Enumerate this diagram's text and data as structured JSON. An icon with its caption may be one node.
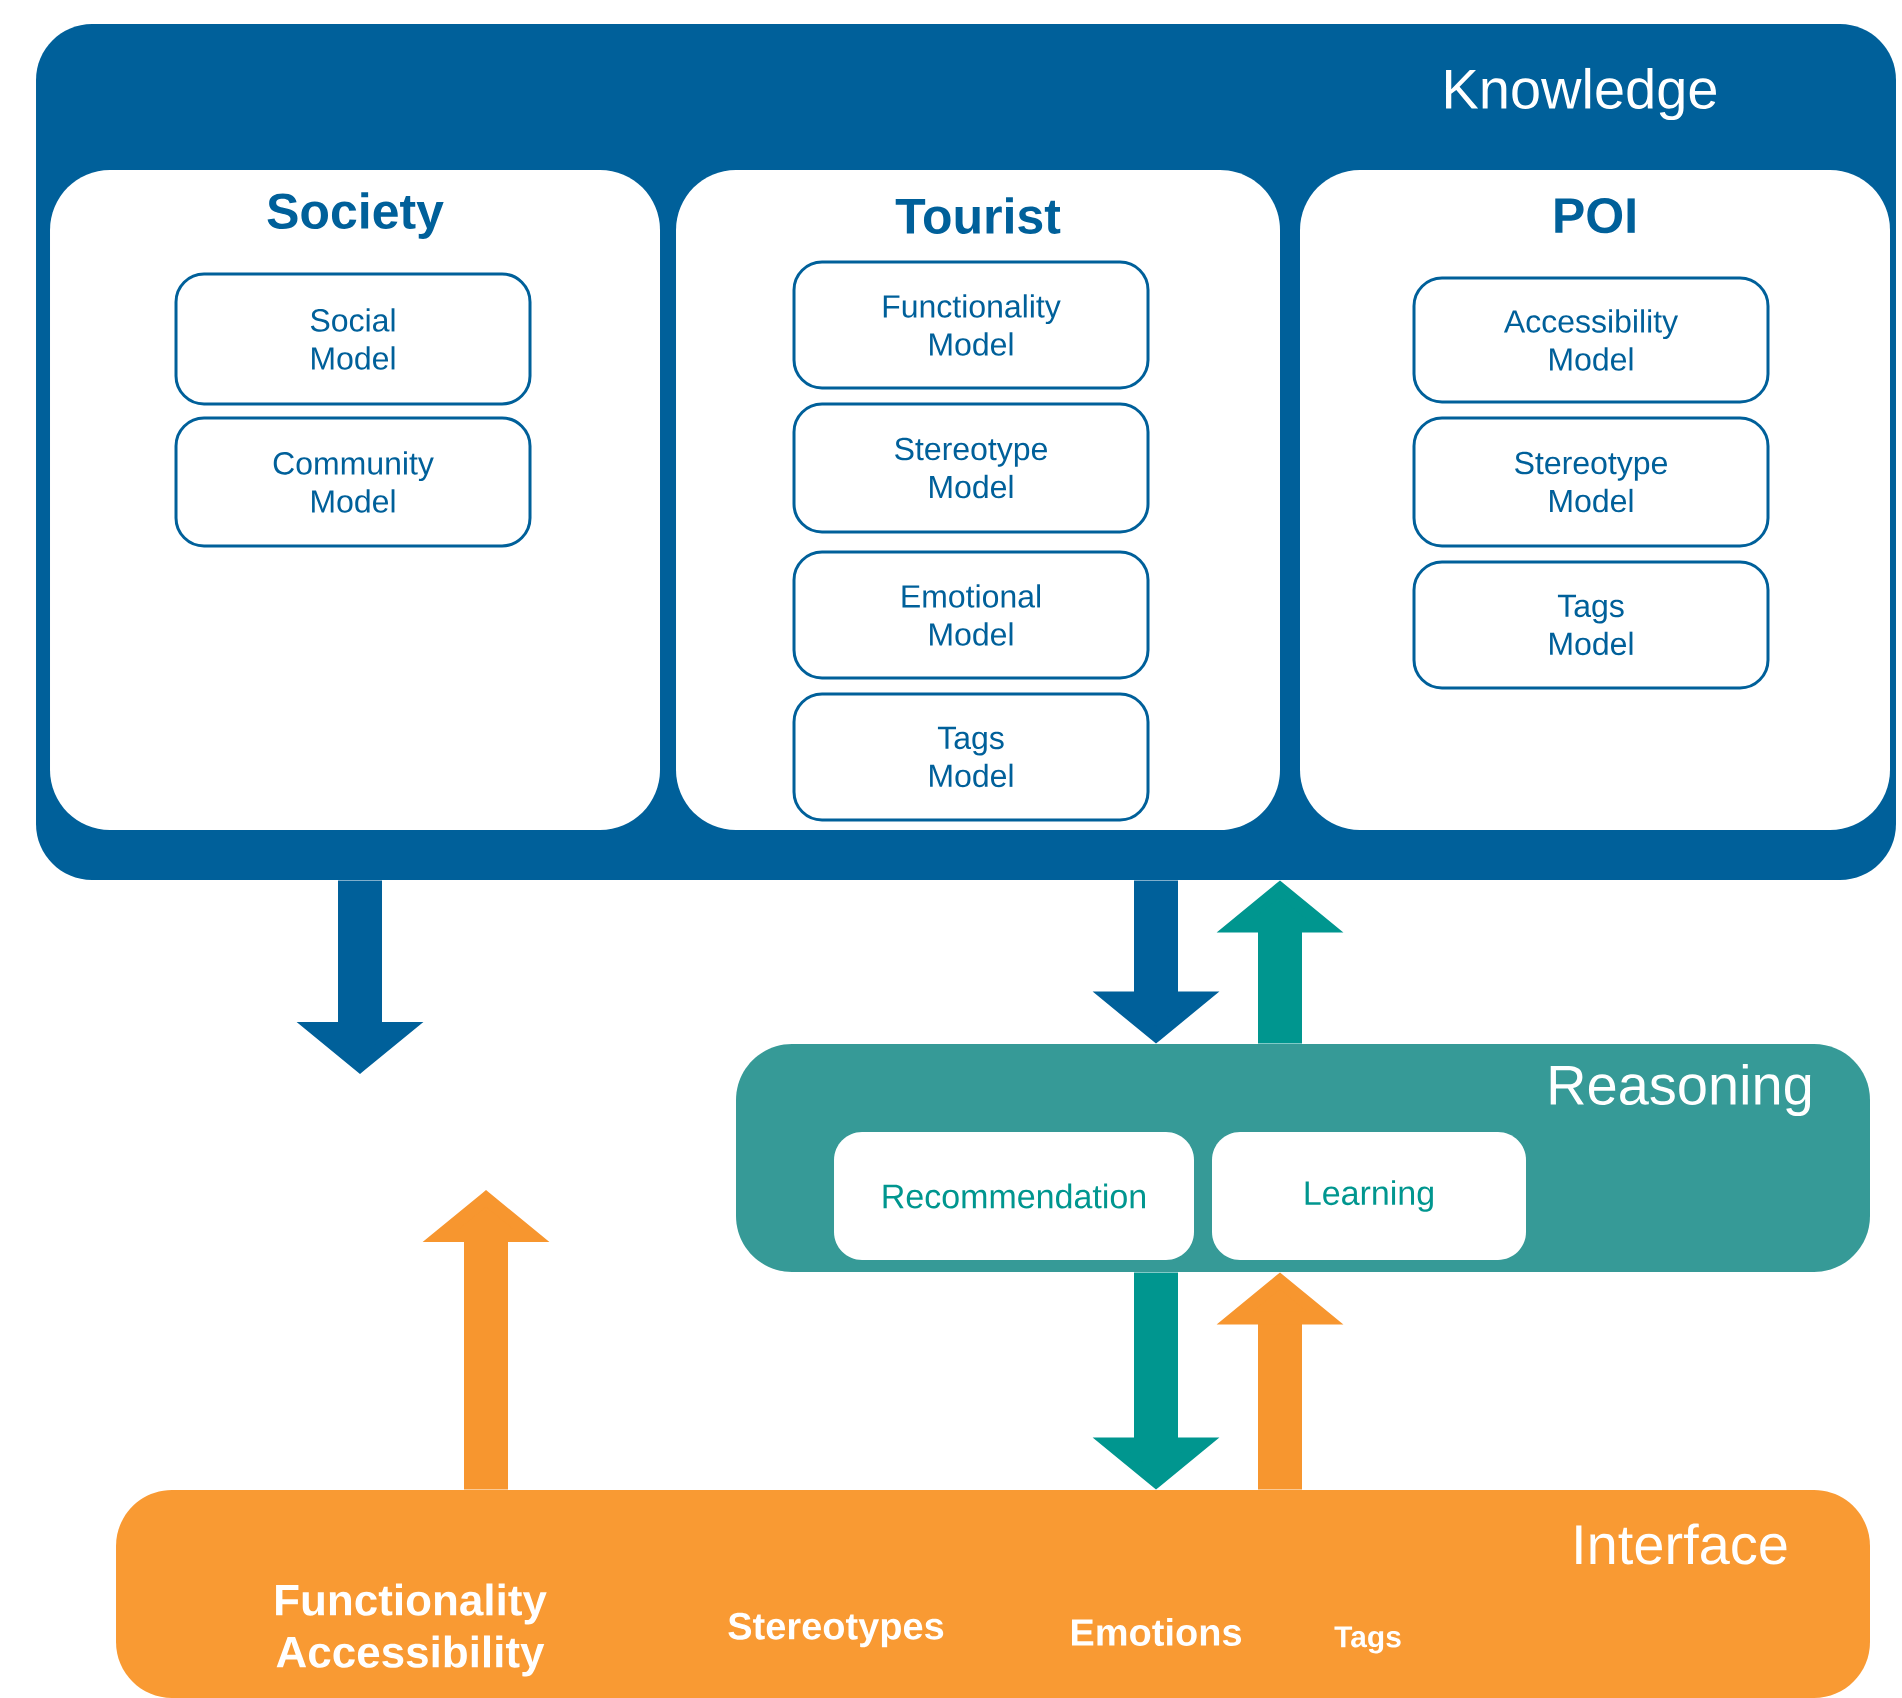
{
  "diagram": {
    "nodes": [
      {
        "text": [
          "Knowledge"
        ]
      },
      {
        "text": [
          "Society"
        ],
        "in": 0
      },
      {
        "text": [
          "Social Model"
        ],
        "in": 1
      },
      {
        "text": [
          "Community Model"
        ],
        "in": 1
      },
      {
        "text": [
          "Tourist"
        ],
        "in": 0
      },
      {
        "text": [
          "Functionality Model"
        ],
        "in": 4
      },
      {
        "text": [
          "Stereotype Model"
        ],
        "in": 4
      },
      {
        "text": [
          "Emotional Model"
        ],
        "in": 4
      },
      {
        "text": [
          "Tags Model"
        ],
        "in": 4
      },
      {
        "text": [
          "POI"
        ],
        "in": 0
      },
      {
        "text": [
          "Accessibility Model"
        ],
        "in": 9
      },
      {
        "text": [
          "Stereotype Model"
        ],
        "in": 9
      },
      {
        "text": [
          "Tags Model"
        ],
        "in": 9
      },
      {
        "text": [
          "Reasoning"
        ]
      },
      {
        "text": [
          "Recommendation"
        ],
        "in": 13
      },
      {
        "text": [
          "Learning"
        ],
        "in": 13
      },
      {
        "text": [
          "Interface",
          "Functionality Accessibility",
          "Stereotypes",
          "Emotions",
          "Tags"
        ]
      }
    ],
    "edges": [
      {
        "from": 0,
        "to": null,
        "arrow": "to",
        "color": "#00609a"
      },
      {
        "from": 16,
        "to": null,
        "arrow": "to",
        "color": "#f7962f"
      },
      {
        "from": 0,
        "to": 13,
        "arrow": "to",
        "color": "#00609a"
      },
      {
        "from": 13,
        "to": 0,
        "arrow": "to",
        "color": "#00968f"
      },
      {
        "from": 13,
        "to": 16,
        "arrow": "to",
        "color": "#00968f"
      },
      {
        "from": 16,
        "to": 13,
        "arrow": "to",
        "color": "#f7962f"
      }
    ]
  }
}
